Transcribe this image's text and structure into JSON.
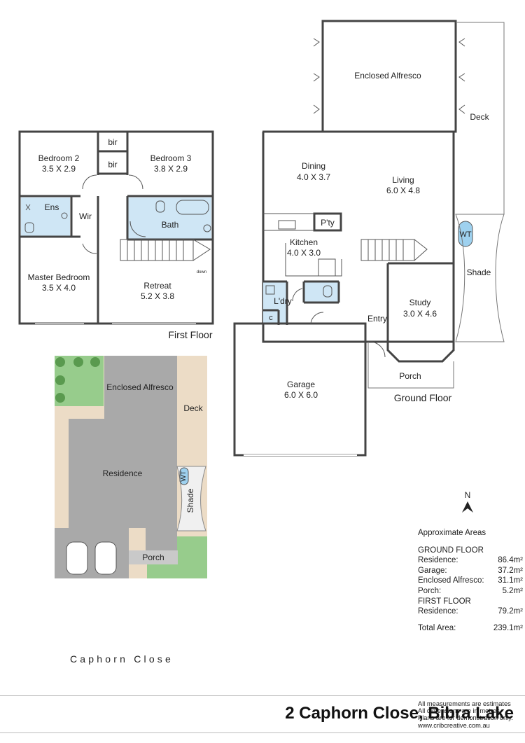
{
  "rooms_first": {
    "bedroom2": {
      "name": "Bedroom 2",
      "dim": "3.5 X 2.9"
    },
    "bedroom3": {
      "name": "Bedroom 3",
      "dim": "3.8 X 2.9"
    },
    "bir1": "bir",
    "bir2": "bir",
    "ens": "Ens",
    "wir": "Wir",
    "bath": "Bath",
    "master": {
      "name": "Master Bedroom",
      "dim": "3.5 X 4.0"
    },
    "retreat": {
      "name": "Retreat",
      "dim": "5.2 X 3.8"
    },
    "down": "down"
  },
  "rooms_ground": {
    "enclosed_alfresco": "Enclosed Alfresco",
    "deck": "Deck",
    "dining": {
      "name": "Dining",
      "dim": "4.0 X 3.7"
    },
    "living": {
      "name": "Living",
      "dim": "6.0 X 4.8"
    },
    "pantry": "P'ty",
    "kitchen": {
      "name": "Kitchen",
      "dim": "4.0 X 3.0"
    },
    "wt": "WT",
    "shade": "Shade",
    "laundry": "L'dry",
    "cupboard": "c",
    "entry": "Entry",
    "study": {
      "name": "Study",
      "dim": "3.0 X 4.6"
    },
    "porch": "Porch",
    "garage": {
      "name": "Garage",
      "dim": "6.0 X 6.0"
    }
  },
  "site": {
    "enclosed_alfresco": "Enclosed Alfresco",
    "deck": "Deck",
    "residence": "Residence",
    "wt": "WT",
    "shade": "Shade",
    "porch": "Porch"
  },
  "labels": {
    "first_floor": "First Floor",
    "ground_floor": "Ground Floor",
    "north": "N",
    "street": "Caphorn Close"
  },
  "areas": {
    "heading": "Approximate Areas",
    "ground_heading": "GROUND FLOOR",
    "ground": [
      {
        "label": "Residence:",
        "value": "86.4m²"
      },
      {
        "label": "Garage:",
        "value": "37.2m²"
      },
      {
        "label": "Enclosed Alfresco:",
        "value": "31.1m²"
      },
      {
        "label": "Porch:",
        "value": "5.2m²"
      }
    ],
    "first_heading": "FIRST FLOOR",
    "first": [
      {
        "label": "Residence:",
        "value": "79.2m²"
      }
    ],
    "total": {
      "label": "Total Area:",
      "value": "239.1m²"
    }
  },
  "disclaimer": [
    "All measurements are estimates",
    "All dimensions are in metres.",
    "Plans are for demonstration only.",
    "www.cribcreative.com.au"
  ],
  "address": "2 Caphorn Close, Bibra Lake",
  "colors": {
    "wall": "#444444",
    "wet_area": "#cfe6f5",
    "site_building": "#a9a9a9",
    "site_light": "#c9c9c9",
    "site_lot": "#ecdcc6",
    "site_lawn": "#97cc8c"
  }
}
